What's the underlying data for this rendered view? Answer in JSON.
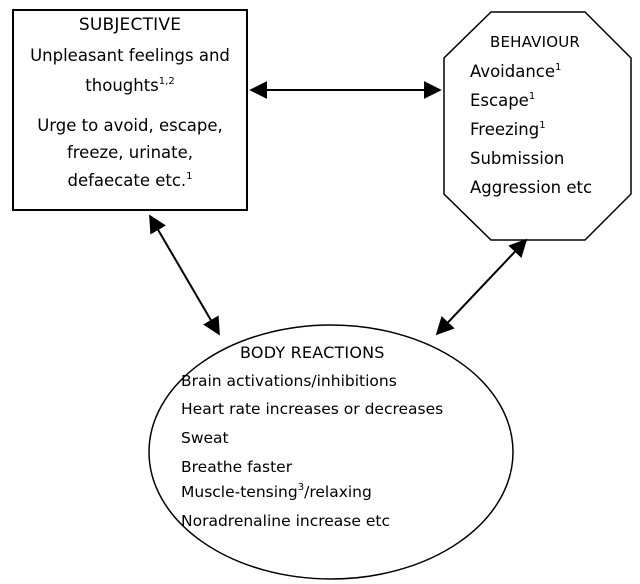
{
  "subjective": {
    "title": "SUBJECTIVE",
    "lines": [
      {
        "text": "Unpleasant feelings and",
        "sup": ""
      },
      {
        "text": "thoughts",
        "sup": "1,2"
      },
      {
        "text": "Urge to avoid, escape,",
        "sup": ""
      },
      {
        "text": "freeze, urinate,",
        "sup": ""
      },
      {
        "text": "defaecate etc.",
        "sup": "1"
      }
    ]
  },
  "behaviour": {
    "title": "BEHAVIOUR",
    "lines": [
      {
        "text": "Avoidance",
        "sup": "1"
      },
      {
        "text": "Escape",
        "sup": "1"
      },
      {
        "text": "Freezing",
        "sup": "1"
      },
      {
        "text": "Submission",
        "sup": ""
      },
      {
        "text": "Aggression etc",
        "sup": ""
      }
    ]
  },
  "body_reactions": {
    "title": "BODY REACTIONS",
    "lines": [
      {
        "text": "Brain activations/inhibitions",
        "sup": "",
        "after": ""
      },
      {
        "text": "Heart rate increases or decreases",
        "sup": "",
        "after": ""
      },
      {
        "text": "Sweat",
        "sup": "",
        "after": ""
      },
      {
        "text": "Breathe faster",
        "sup": "",
        "after": ""
      },
      {
        "text": "Muscle-tensing",
        "sup": "3",
        "after": "/relaxing"
      },
      {
        "text": "Noradrenaline increase etc",
        "sup": "",
        "after": ""
      }
    ]
  }
}
